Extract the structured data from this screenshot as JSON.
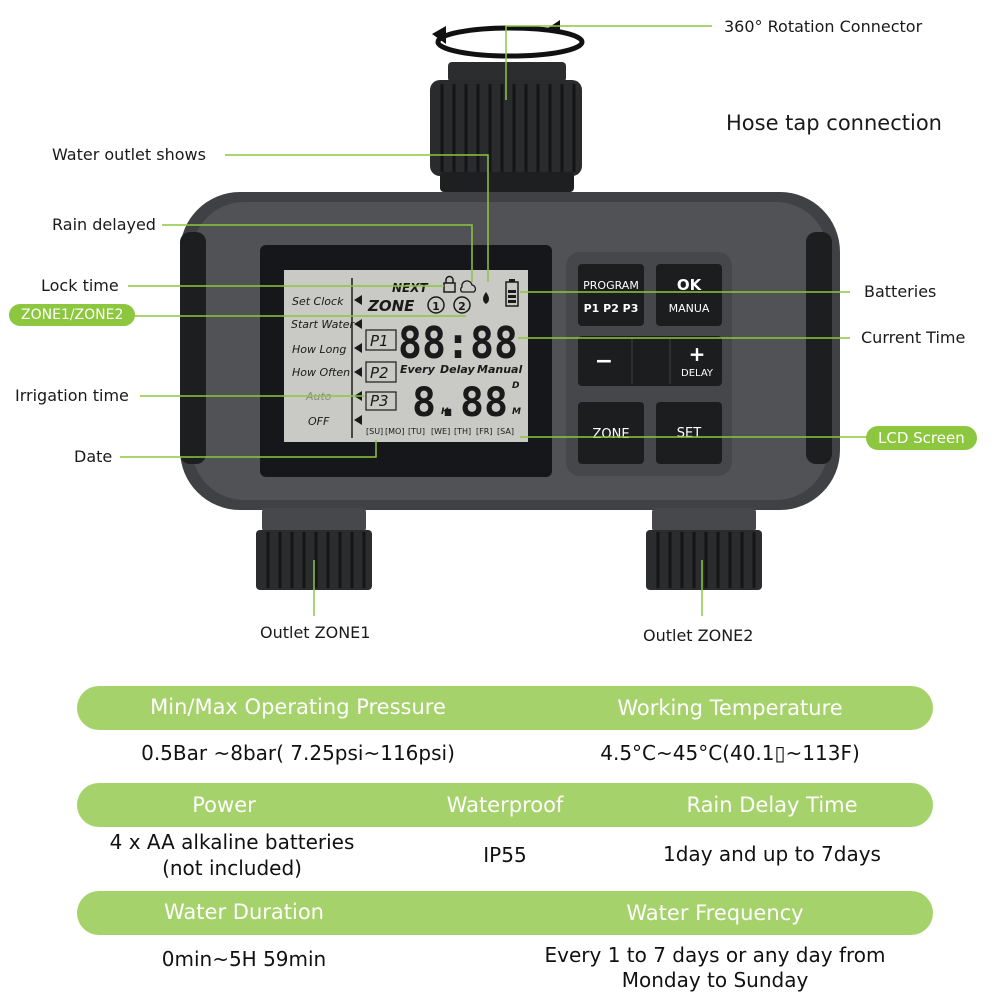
{
  "callouts": {
    "rotation": "360° Rotation Connector",
    "hose_tap": "Hose tap connection",
    "water_outlet": "Water outlet shows",
    "rain_delayed": "Rain delayed",
    "lock_time": "Lock time",
    "zone_pill": "ZONE1/ZONE2",
    "irrigation_time": "Irrigation time",
    "date": "Date",
    "batteries": "Batteries",
    "current_time": "Current Time",
    "lcd_screen": "LCD Screen",
    "outlet_zone1": "Outlet ZONE1",
    "outlet_zone2": "Outlet ZONE2"
  },
  "device": {
    "port_1": "1",
    "port_2": "2",
    "lcd": {
      "menu": [
        "Set Clock",
        "Start Water",
        "How Long",
        "How Often",
        "Auto",
        "OFF"
      ],
      "next": "NEXT",
      "zone": "ZONE",
      "zone_1": "1",
      "zone_2": "2",
      "programs": [
        "P1",
        "P2",
        "P3"
      ],
      "big_time": "88:88",
      "every": "Every",
      "delay": "Delay",
      "manual": "Manual",
      "small_digits": "8.88",
      "unit_h": "H",
      "unit_d": "D",
      "unit_m": "M",
      "days": [
        "[SU]",
        "[MO]",
        "[TU]",
        "[WE]",
        "[TH]",
        "[FR]",
        "[SA]"
      ]
    },
    "buttons": {
      "program": "PROGRAM",
      "program_sub": "P1  P2 P3",
      "ok": "OK",
      "manua": "MANUA",
      "minus": "−",
      "plus": "+",
      "delay": "DELAY",
      "zone": "ZONE",
      "set": "SET"
    }
  },
  "specs": {
    "row1": {
      "h1": "Min/Max Operating Pressure",
      "h2": "Working Temperature",
      "v1": "0.5Bar ~8bar( 7.25psi~116psi)",
      "v2": "4.5°C~45°C(40.1▯~113F)"
    },
    "row2": {
      "h1": "Power",
      "h2": "Waterproof",
      "h3": "Rain Delay Time",
      "v1a": "4 x AA alkaline batteries",
      "v1b": "(not included)",
      "v2": "IP55",
      "v3": "1day and up to 7days"
    },
    "row3": {
      "h1": "Water Duration",
      "h2": "Water Frequency",
      "v1": "0min~5H 59min",
      "v2a": "Every 1 to 7 days or any day from",
      "v2b": "Monday to Sunday"
    }
  },
  "colors": {
    "accent_green": "#8dc63f",
    "bar_green": "#a6d26b",
    "body_grey": "#4a4c4f",
    "lcd_bg": "#c9cac6"
  }
}
